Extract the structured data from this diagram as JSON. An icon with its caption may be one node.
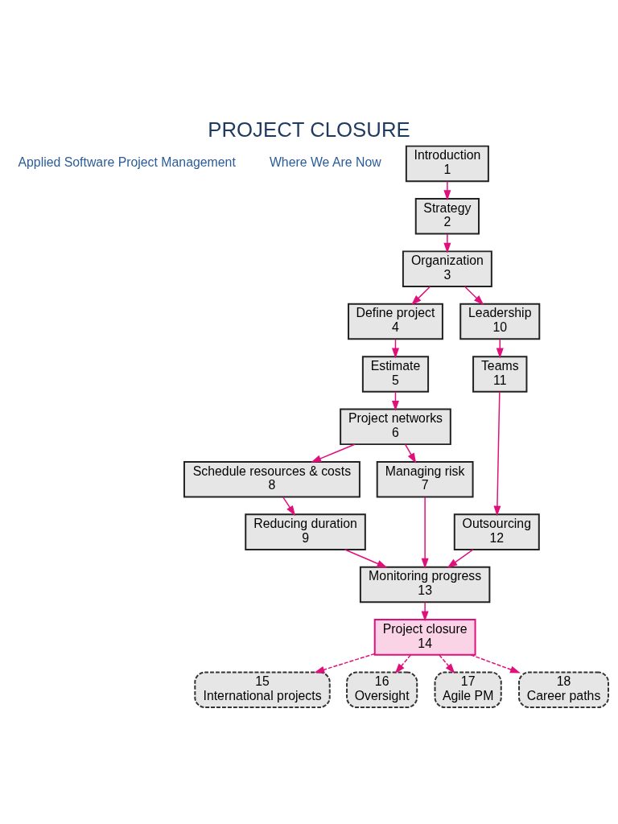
{
  "diagram": {
    "title": "PROJECT CLOSURE",
    "nodes": [
      {
        "text": [
          "Introduction",
          "1"
        ]
      },
      {
        "text": [
          "Strategy",
          "2"
        ]
      },
      {
        "text": [
          "Organization",
          "3"
        ]
      },
      {
        "text": [
          "Define project",
          "4"
        ]
      },
      {
        "text": [
          "Estimate",
          "5"
        ]
      },
      {
        "text": [
          "Project networks",
          "6"
        ]
      },
      {
        "text": [
          "Schedule resources & costs",
          "8"
        ]
      },
      {
        "text": [
          "Reducing duration",
          "9"
        ]
      },
      {
        "text": [
          "Managing risk",
          "7"
        ]
      },
      {
        "text": [
          "Monitoring progress",
          "13"
        ]
      },
      {
        "text": [
          "Leadership",
          "10"
        ]
      },
      {
        "text": [
          "Teams",
          "11"
        ]
      },
      {
        "text": [
          "Outsourcing",
          "12"
        ]
      },
      {
        "text": [
          "Project closure",
          "14"
        ]
      },
      {
        "text": [
          "15",
          "International projects"
        ]
      },
      {
        "text": [
          "16",
          "Oversight"
        ]
      },
      {
        "text": [
          "17",
          "Agile PM"
        ]
      },
      {
        "text": [
          "18",
          "Career paths"
        ]
      }
    ],
    "edges": [
      {
        "from": 0,
        "to": 1,
        "arrow": "to"
      },
      {
        "from": 1,
        "to": 2,
        "arrow": "to"
      },
      {
        "from": 2,
        "to": 3,
        "arrow": "to"
      },
      {
        "from": 3,
        "to": 4,
        "arrow": "to"
      },
      {
        "from": 4,
        "to": 5,
        "arrow": "to"
      },
      {
        "from": 5,
        "to": 6,
        "arrow": "to"
      },
      {
        "from": 6,
        "to": 7,
        "arrow": "to"
      },
      {
        "from": 5,
        "to": 8,
        "arrow": "to"
      },
      {
        "from": 7,
        "to": 9,
        "arrow": "to"
      },
      {
        "from": 8,
        "to": 9,
        "arrow": "to"
      },
      {
        "from": 2,
        "to": 10,
        "arrow": "to"
      },
      {
        "from": 10,
        "to": 11,
        "arrow": "to"
      },
      {
        "from": 11,
        "to": 12,
        "arrow": "to"
      },
      {
        "from": 12,
        "to": 9,
        "arrow": "to"
      },
      {
        "from": 9,
        "to": 13,
        "arrow": "to"
      },
      {
        "from": 13,
        "to": 14,
        "arrow": "to",
        "style": "dashed"
      },
      {
        "from": 13,
        "to": 15,
        "arrow": "to",
        "style": "dashed"
      },
      {
        "from": 13,
        "to": 16,
        "arrow": "to",
        "style": "dashed"
      },
      {
        "from": 13,
        "to": 17,
        "arrow": "to",
        "style": "dashed"
      }
    ],
    "labels": [
      "Applied Software Project Management",
      "Where We Are Now"
    ]
  }
}
